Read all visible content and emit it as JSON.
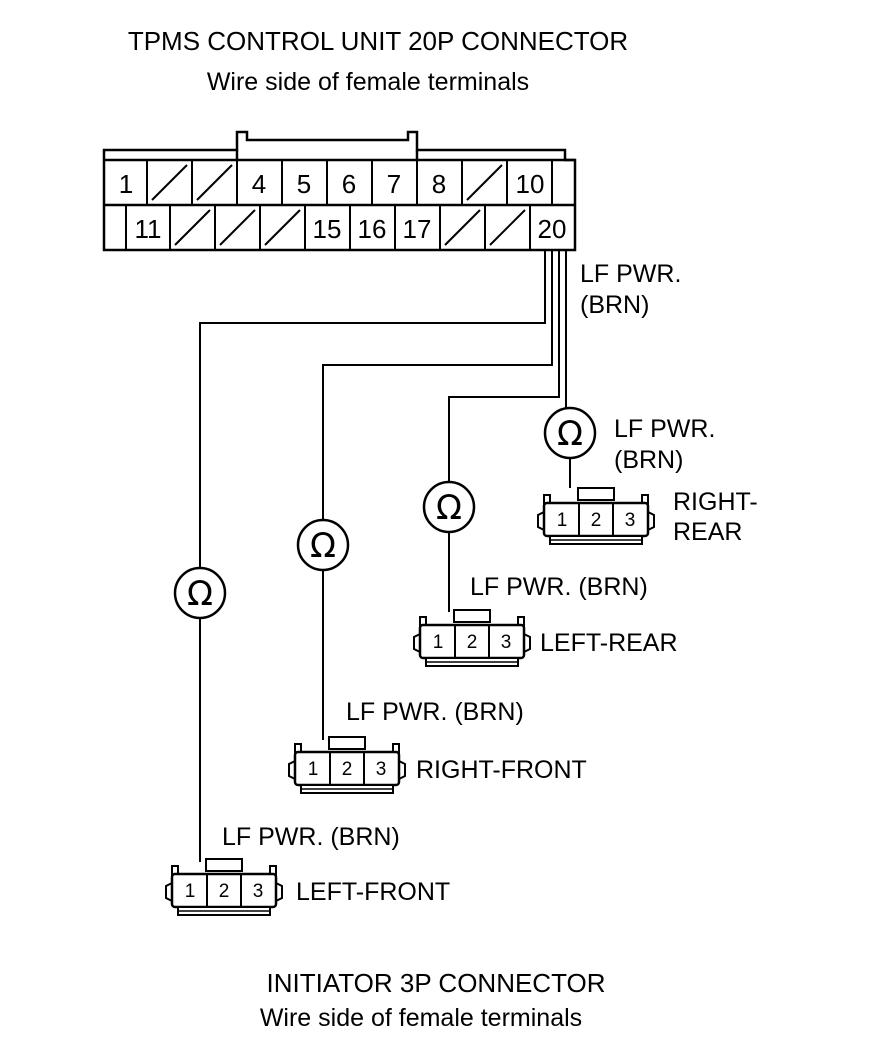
{
  "header": {
    "title": "TPMS CONTROL UNIT 20P CONNECTOR",
    "subtitle": "Wire side of female terminals"
  },
  "ecu_connector": {
    "top_row": [
      "1",
      "",
      "",
      "4",
      "5",
      "6",
      "7",
      "8",
      "",
      "10"
    ],
    "bottom_row": [
      "11",
      "",
      "",
      "",
      "15",
      "16",
      "17",
      "",
      "",
      "20"
    ]
  },
  "wire_label_main": {
    "line1": "LF PWR.",
    "line2": "(BRN)"
  },
  "ohm_symbol": "Ω",
  "initiators": [
    {
      "name": "RIGHT-REAR",
      "name_line1": "RIGHT-",
      "name_line2": "REAR",
      "wire_line1": "LF PWR.",
      "wire_line2": "(BRN)",
      "pins": [
        "1",
        "2",
        "3"
      ]
    },
    {
      "name": "LEFT-REAR",
      "wire_label": "LF PWR. (BRN)",
      "pins": [
        "1",
        "2",
        "3"
      ]
    },
    {
      "name": "RIGHT-FRONT",
      "wire_label": "LF PWR. (BRN)",
      "pins": [
        "1",
        "2",
        "3"
      ]
    },
    {
      "name": "LEFT-FRONT",
      "wire_label": "LF PWR. (BRN)",
      "pins": [
        "1",
        "2",
        "3"
      ]
    }
  ],
  "footer": {
    "title": "INITIATOR 3P CONNECTOR",
    "subtitle": "Wire side of female terminals"
  }
}
